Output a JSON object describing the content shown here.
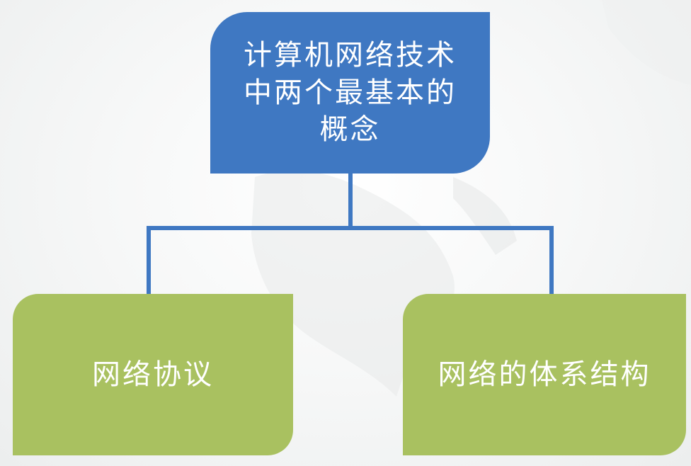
{
  "diagram": {
    "root": {
      "label": "计算机网络技术中两个最基本的概念"
    },
    "children": [
      {
        "label": "网络协议"
      },
      {
        "label": "网络的体系结构"
      }
    ],
    "colors": {
      "root_fill": "#3f78c2",
      "leaf_fill": "#a9c160",
      "connector": "#3f78c2",
      "text": "#ffffff"
    }
  }
}
